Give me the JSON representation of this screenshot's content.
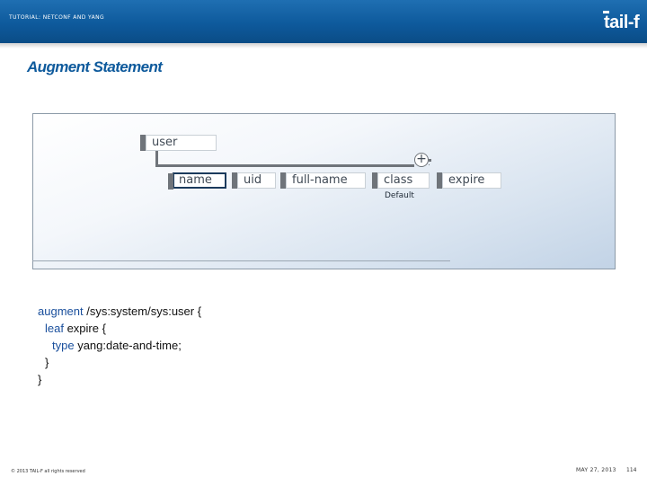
{
  "header": {
    "title": "TUTORIAL: NETCONF AND YANG",
    "logo": "tail-f",
    "bar_color": "#0e5a9c"
  },
  "slide": {
    "title": "Augment Statement"
  },
  "diagram": {
    "root": "user",
    "children": [
      "name",
      "uid",
      "full-name",
      "class",
      "expire"
    ],
    "selected": "name",
    "augment_symbol": "+",
    "default_label": "Default"
  },
  "code": {
    "line1_kw": "augment",
    "line1_rest": " /sys:system/sys:user {",
    "line2_kw": "leaf",
    "line2_rest": " expire {",
    "line3_kw": "type",
    "line3_rest": " yang:date-and-time;",
    "line4": "}",
    "line5": "}"
  },
  "footer": {
    "copyright": "© 2013 TAIL-F all rights reserved",
    "date": "MAY 27, 2013",
    "page": "114"
  }
}
